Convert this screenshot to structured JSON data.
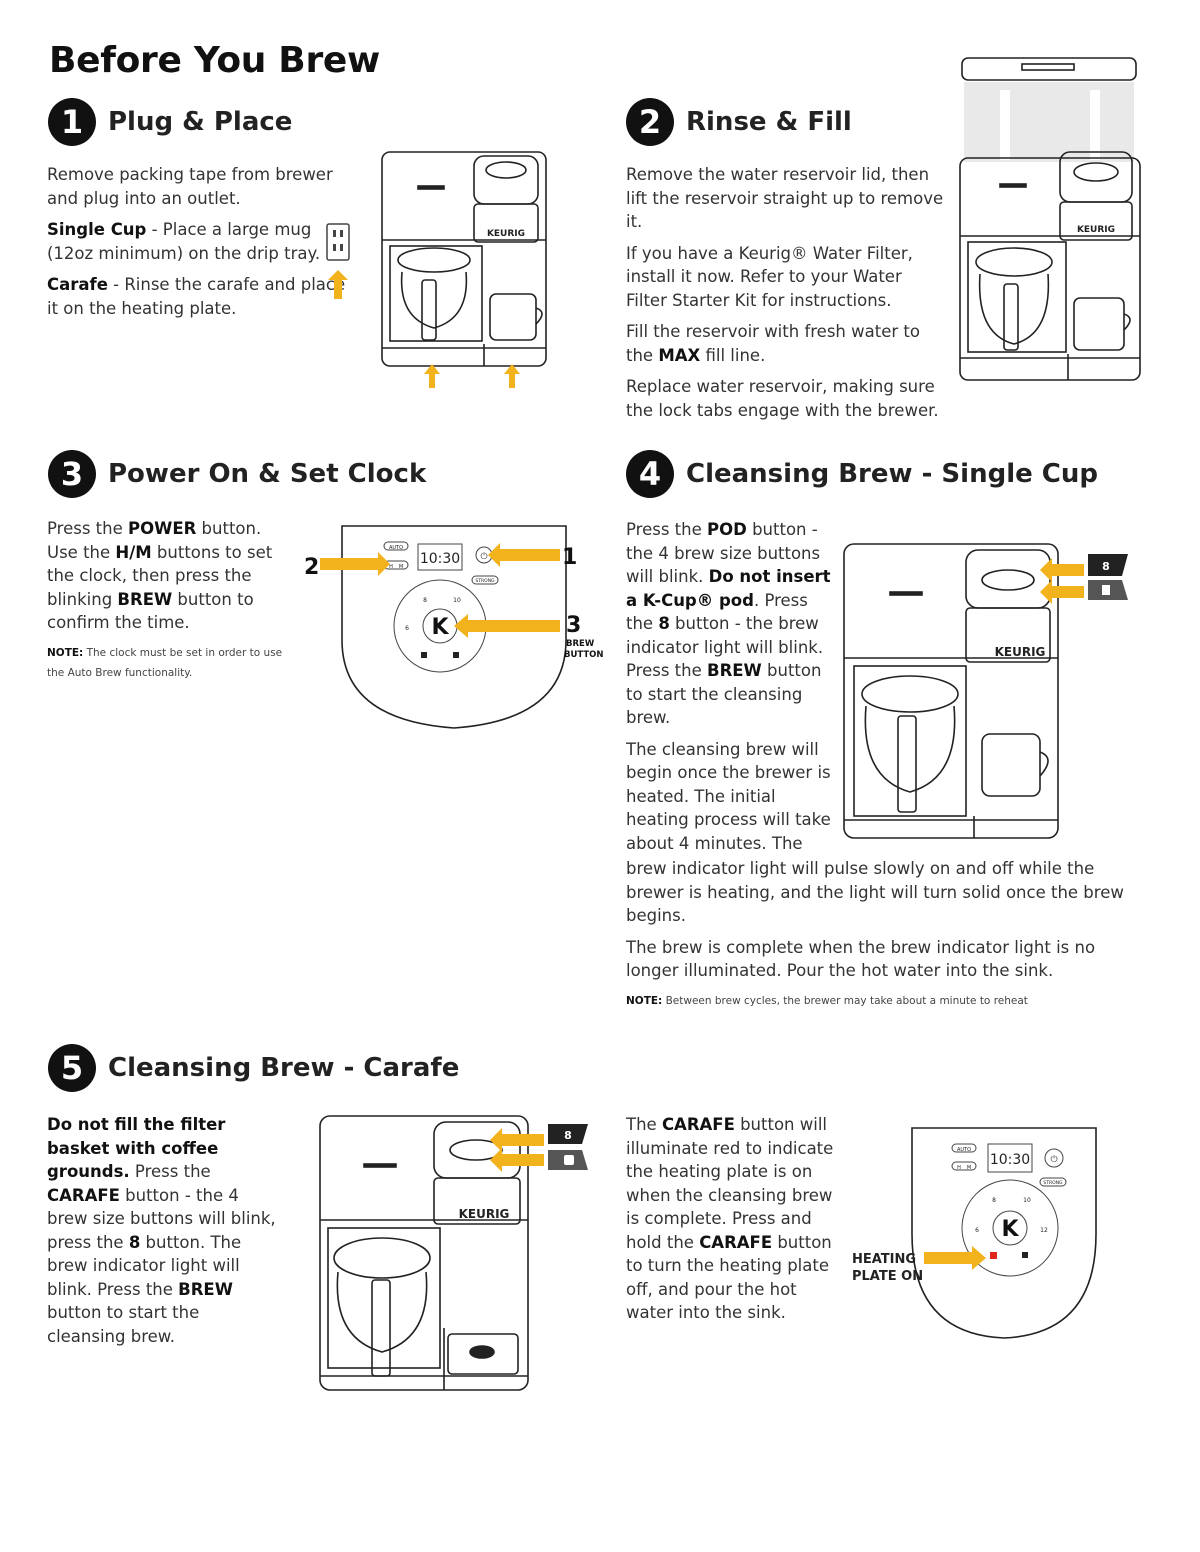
{
  "page": {
    "title": "Before You Brew"
  },
  "step1": {
    "number": "1",
    "title": "Plug & Place",
    "p1": "Remove packing tape from brewer and plug into an outlet.",
    "p2_bold": "Single Cup",
    "p2_rest": " - Place a large mug (12oz minimum) on the drip tray.",
    "p3_bold": "Carafe",
    "p3_rest": " - Rinse the carafe and place it on the heating plate."
  },
  "step2": {
    "number": "2",
    "title": "Rinse & Fill",
    "p1": "Remove the water reservoir lid, then lift the reservoir straight up to remove it.",
    "p2": "If you have a Keurig® Water Filter, install it now. Refer to your Water Filter Starter Kit for instructions.",
    "p3_a": "Fill the reservoir with fresh water to the ",
    "p3_bold": "MAX",
    "p3_b": " fill line.",
    "p4": "Replace water reservoir, making sure the lock tabs engage with the brewer."
  },
  "step3": {
    "number": "3",
    "title": "Power On & Set Clock",
    "t1": "Press the ",
    "b1": "POWER",
    "t2": " button. Use the ",
    "b2": "H/M",
    "t3": " buttons to set the clock, then press the blinking ",
    "b3": "BREW",
    "t4": " button to confirm the time.",
    "note_label": "NOTE:",
    "note_text": " The clock must be set in order to use the Auto Brew functionality.",
    "callout_1": "1",
    "callout_2": "2",
    "callout_3": "3",
    "callout_3_label_a": "BREW",
    "callout_3_label_b": "BUTTON",
    "clock": "10:30",
    "btn_auto": "AUTO",
    "btn_h": "H",
    "btn_m": "M",
    "btn_strong": "STRONG",
    "size_6": "6",
    "size_8": "8",
    "size_10": "10"
  },
  "step4": {
    "number": "4",
    "title": "Cleansing Brew - Single Cup",
    "t1": "Press the ",
    "b1": "POD",
    "t2": " button - the 4 brew size buttons will blink. ",
    "b2": "Do not insert a K-Cup® pod",
    "t3": ". Press the ",
    "b3": "8",
    "t4": " button - the brew indicator light will blink. Press the ",
    "b4": "BREW",
    "t5": " button to start the cleansing brew.",
    "p2": "The cleansing brew will begin once the brewer is heated. The initial heating process will take about 4 minutes. The",
    "p2_cont": "brew indicator light will pulse slowly on and off while the brewer is heating, and the light will turn solid once the brew begins.",
    "p3": "The brew is complete when the brew indicator light is no longer illuminated. Pour the hot water into the sink.",
    "note_label": "NOTE:",
    "note_text": " Between brew cycles, the brewer may take about a minute to reheat",
    "badge_8": "8"
  },
  "step5": {
    "number": "5",
    "title": "Cleansing Brew - Carafe",
    "b1": "Do not fill the filter basket with coffee grounds.",
    "t1": " Press the ",
    "b2": "CARAFE",
    "t2": " button - the 4 brew size buttons will blink, press the ",
    "b3": "8",
    "t3": " button. The brew indicator light will blink. Press the ",
    "b4": "BREW",
    "t4": " button to start the cleansing brew.",
    "r_t1": "The ",
    "r_b1": "CARAFE",
    "r_t2": "  button will illuminate red to indicate the heating plate is on when the cleansing brew is complete. Press and hold the ",
    "r_b2": "CARAFE",
    "r_t3": " button to turn the heating plate off, and pour the hot water into the sink.",
    "heating_a": "HEATING",
    "heating_b": "PLATE ON",
    "badge_8": "8",
    "clock": "10:30",
    "btn_auto": "AUTO",
    "btn_h": "H",
    "btn_m": "M",
    "btn_strong": "STRONG",
    "size_6": "6",
    "size_8": "8",
    "size_10": "10",
    "size_12": "12"
  },
  "brand": {
    "logo": "KEURIG"
  },
  "colors": {
    "arrow": "#f2b21b",
    "ink": "#222222",
    "heating_red": "#e0261b"
  }
}
